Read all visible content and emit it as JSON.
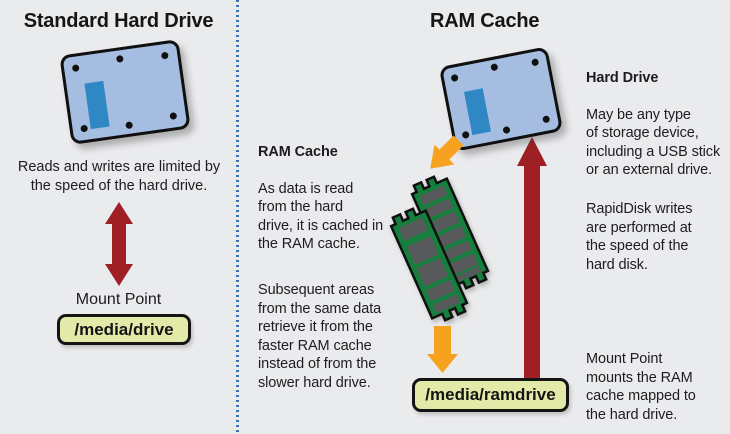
{
  "left_panel": {
    "title": "Standard Hard Drive",
    "caption": "Reads and writes are limited by\nthe speed of the hard drive.",
    "mount_point_label": "Mount Point",
    "mount_path": "/media/drive"
  },
  "right_panel": {
    "title": "RAM Cache",
    "ram_cache_note": {
      "heading": "RAM Cache",
      "para1": "As data is read\nfrom the hard\ndrive, it is cached in\nthe RAM cache.",
      "para2": "Subsequent areas\nfrom the same data\nretrieve it from the\nfaster RAM cache\ninstead of from the\nslower hard drive."
    },
    "hard_drive_note": {
      "heading": "Hard Drive",
      "body": "May be any type\nof storage device,\nincluding a USB stick\nor an external drive."
    },
    "rapiddisk_note": "RapidDisk writes\nare performed at\nthe speed of the\nhard disk.",
    "mount_note": "Mount Point\nmounts the RAM\ncache mapped to\nthe hard drive.",
    "mount_path": "/media/ramdrive"
  },
  "icons": {
    "left_hard_drive": "hard-drive-icon",
    "right_hard_drive": "hard-drive-icon",
    "ram_modules": "ram-dimm-icon",
    "read_write_arrow": "double-arrow-vertical-icon",
    "cache_read_arrow": "arrow-down-left-icon",
    "cache_to_mount_arrow": "arrow-down-icon",
    "write_through_arrow": "arrow-up-icon"
  },
  "colors": {
    "background": "#eaebed",
    "divider": "#3b72b8",
    "text": "#1d1d1f",
    "drive_body": "#a5bde0",
    "drive_connector": "#2f88c4",
    "arrow_red": "#9e2025",
    "arrow_orange": "#f6a21f",
    "ram_green": "#157f3d",
    "ram_chip": "#57595b",
    "mount_box_fill": "#e3eaa9"
  }
}
